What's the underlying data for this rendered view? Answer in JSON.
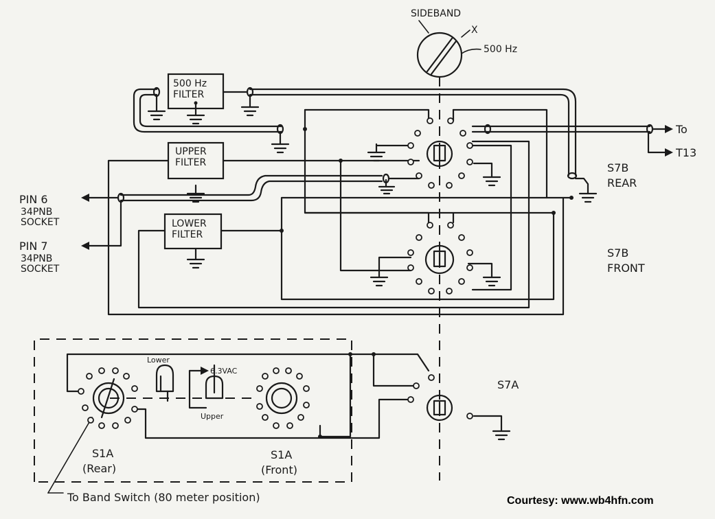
{
  "labels": {
    "sideband": "SIDEBAND",
    "x": "X",
    "hz500": "500 Hz",
    "filter500_l1": "500 Hz",
    "filter500_l2": "FILTER",
    "upper_l1": "UPPER",
    "upper_l2": "FILTER",
    "lower_l1": "LOWER",
    "lower_l2": "FILTER",
    "pin6_l1": "PIN 6",
    "pin6_l2": "34PNB",
    "pin6_l3": "SOCKET",
    "pin7_l1": "PIN 7",
    "pin7_l2": "34PNB",
    "pin7_l3": "SOCKET",
    "to": "To",
    "t13": "T13",
    "s7b_rear_l1": "S7B",
    "s7b_rear_l2": "REAR",
    "s7b_front_l1": "S7B",
    "s7b_front_l2": "FRONT",
    "lower_lamp": "Lower",
    "upper_lamp": "Upper",
    "vac": "6.3VAC",
    "s7a": "S7A",
    "s1a_rear_l1": "S1A",
    "s1a_rear_l2": "(Rear)",
    "s1a_front_l1": "S1A",
    "s1a_front_l2": "(Front)",
    "band_switch": "To Band Switch (80 meter position)",
    "courtesy": "Courtesy: www.wb4hfn.com"
  }
}
